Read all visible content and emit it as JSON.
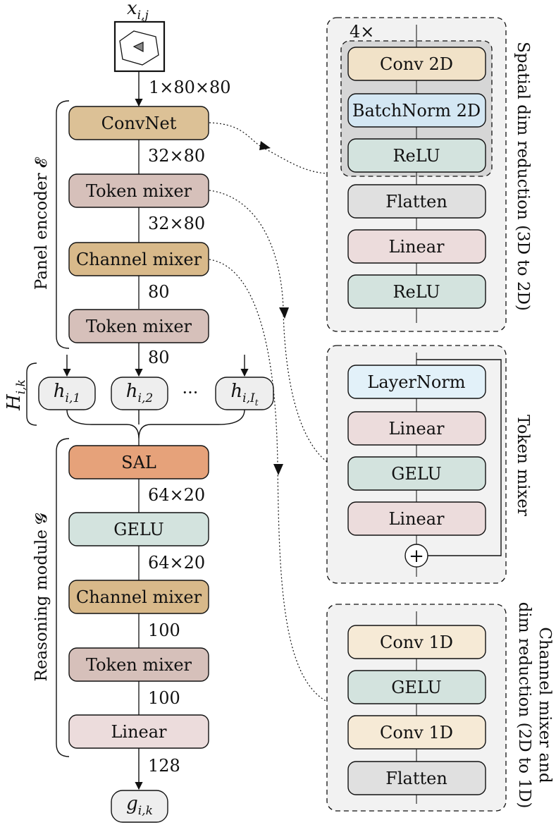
{
  "colors": {
    "convnet": "#dcc196",
    "token_mixer": "#d6c0ba",
    "channel_mixer": "#d8b98a",
    "sal": "#e6a27a",
    "gelu": "#d3e3de",
    "linear": "#ecdcdc",
    "conv2d": "#f1e2c8",
    "batchnorm": "#d4e7f3",
    "relu": "#d3e3de",
    "flatten": "#e0e0e0",
    "layernorm": "#e2f1f9",
    "conv1d": "#f6ead6",
    "panel_bg": "#f2f2f2",
    "hidden_bg": "#eeeeee"
  },
  "left": {
    "input_label": "x",
    "input_sub": "i,j",
    "input_dim": "1×80×80",
    "panel_encoder_label": "Panel encoder 𝓔",
    "blocks_encoder": [
      "ConvNet",
      "Token mixer",
      "Channel mixer",
      "Token mixer"
    ],
    "dims_encoder": [
      "32×80",
      "32×80",
      "80",
      "80"
    ],
    "hidden_group_label": "H",
    "hidden_group_sub": "i,k",
    "hidden": [
      {
        "main": "h",
        "sub": "i,1"
      },
      {
        "main": "h",
        "sub": "i,2"
      },
      {
        "main": "h",
        "sub": "i,I",
        "subsub": "t"
      }
    ],
    "ellipsis": "···",
    "reasoning_label": "Reasoning module 𝓖",
    "blocks_reasoning": [
      "SAL",
      "GELU",
      "Channel mixer",
      "Token mixer",
      "Linear"
    ],
    "dims_reasoning": [
      "64×20",
      "64×20",
      "100",
      "100",
      "128"
    ],
    "output_label": "g",
    "output_sub": "i,k"
  },
  "panels": {
    "spatial": {
      "title": "Spatial dim reduction (3D to 2D)",
      "repeat": "4×",
      "blocks": [
        "Conv 2D",
        "BatchNorm 2D",
        "ReLU",
        "Flatten",
        "Linear",
        "ReLU"
      ]
    },
    "token": {
      "title": "Token mixer",
      "blocks": [
        "LayerNorm",
        "Linear",
        "GELU",
        "Linear"
      ],
      "sum_symbol": "+"
    },
    "channel": {
      "title_line1": "Channel mixer and",
      "title_line2": "dim reduction (2D to 1D)",
      "blocks": [
        "Conv 1D",
        "GELU",
        "Conv 1D",
        "Flatten"
      ]
    }
  }
}
